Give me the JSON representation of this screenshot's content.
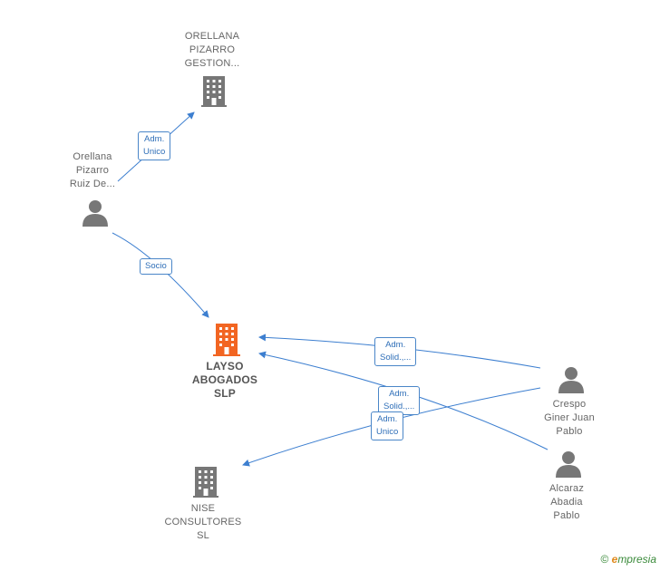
{
  "nodes": {
    "orellana_gestion": {
      "label": "ORELLANA\nPIZARRO\nGESTION..."
    },
    "orellana_person": {
      "label": "Orellana\nPizarro\nRuiz De..."
    },
    "layso": {
      "label": "LAYSO\nABOGADOS\nSLP"
    },
    "nise": {
      "label": "NISE\nCONSULTORES\nSL"
    },
    "crespo": {
      "label": "Crespo\nGiner Juan\nPablo"
    },
    "alcaraz": {
      "label": "Alcaraz\nAbadia\nPablo"
    }
  },
  "edges": {
    "adm_unico_top": "Adm.\nUnico",
    "socio": "Socio",
    "adm_solid_1": "Adm.\nSolid.,...",
    "adm_solid_2": "Adm.\nSolid.,...",
    "adm_unico_nise": "Adm.\nUnico"
  },
  "colors": {
    "edge": "#3d7fd0",
    "building_main": "#f26522",
    "building": "#777777",
    "person": "#777777"
  },
  "brand": {
    "symbol": "©",
    "initial": "e",
    "rest": "mpresia"
  }
}
